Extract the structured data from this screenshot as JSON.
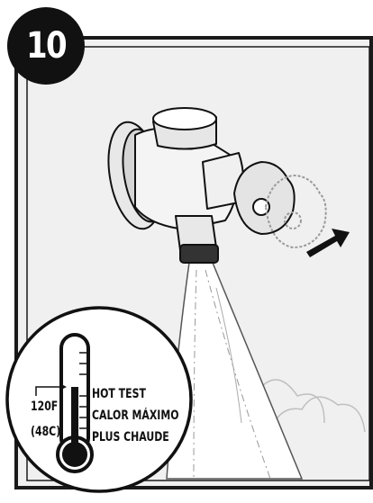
{
  "step": {
    "number": "10"
  },
  "thermometer": {
    "temp_f": "120F",
    "temp_c": "(48C)",
    "labels": [
      "HOT TEST",
      "CALOR MÁXIMO",
      "PLUS CHAUDE"
    ]
  },
  "colors": {
    "ink": "#111111",
    "panel": "#f0f0f0",
    "frame": "#1a1a1a"
  },
  "icons": [
    "faucet-illustration",
    "thermometer-icon",
    "arrow-icon",
    "steam-icon",
    "water-stream-icon"
  ]
}
